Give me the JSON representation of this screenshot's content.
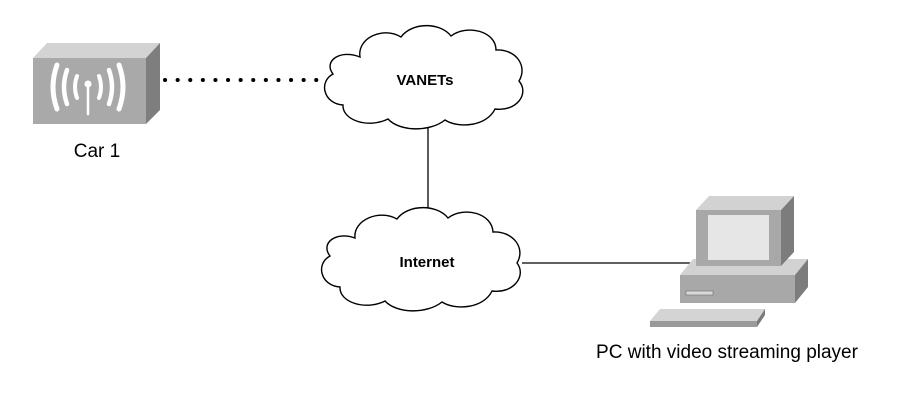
{
  "nodes": {
    "car": {
      "label": "Car 1",
      "icon": "wireless-access-point-icon"
    },
    "vanets": {
      "label": "VANETs",
      "icon": "cloud-icon"
    },
    "internet": {
      "label": "Internet",
      "icon": "cloud-icon"
    },
    "pc": {
      "label": "PC with video streaming player",
      "icon": "desktop-computer-icon"
    }
  },
  "connections": [
    {
      "from": "car",
      "to": "vanets",
      "style": "dotted"
    },
    {
      "from": "vanets",
      "to": "internet",
      "style": "solid"
    },
    {
      "from": "internet",
      "to": "pc",
      "style": "solid"
    }
  ],
  "colors": {
    "device_front": "#a8a8a8",
    "device_top": "#d2d2d2",
    "device_side": "#7c7c7c",
    "screen": "#e6e6e6",
    "line": "#000000",
    "cloud_fill": "#ffffff"
  }
}
